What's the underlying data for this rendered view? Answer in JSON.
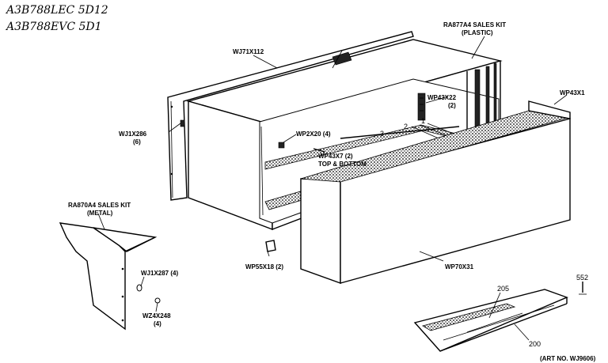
{
  "handwritten": {
    "line1": "A3B788LEC 5D12",
    "line2": "A3B788EVC 5D1"
  },
  "labels": {
    "wj71x112": "WJ71X112",
    "ra877a4_line1": "RA877A4 SALES KIT",
    "ra877a4_line2": "(PLASTIC)",
    "wj1x286": "WJ1X286",
    "wj1x286_qty": "(6)",
    "wp2x20": "WP2X20 (4)",
    "wp43x22": "WP43X22",
    "wp43x22_qty": "(2)",
    "wp43x1": "WP43X1",
    "wp43x7_line1": "WP43X7 (2)",
    "wp43x7_line2": "TOP & BOTTOM",
    "ra870a4_line1": "RA870A4 SALES KIT",
    "ra870a4_line2": "(METAL)",
    "wj1x287": "WJ1X287 (4)",
    "wz4x248": "WZ4X248",
    "wz4x248_qty": "(4)",
    "wp55x18": "WP55X18 (2)",
    "wp70x31": "WP70X31",
    "part_205": "205",
    "part_552": "552",
    "part_200": "200",
    "art_no": "(ART NO. WJ9606)",
    "slot_numbers": [
      "3",
      "2",
      "1"
    ]
  }
}
